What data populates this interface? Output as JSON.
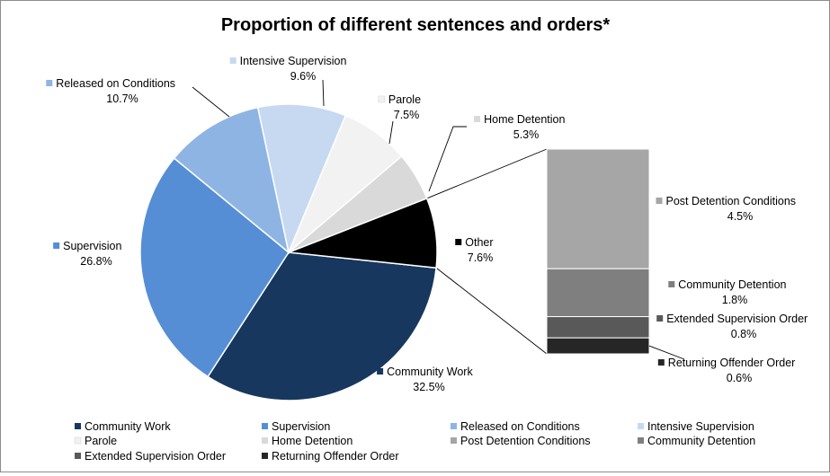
{
  "chart_data": {
    "type": "bar-of-pie",
    "title": "Proportion of different sentences and orders*",
    "pie": [
      {
        "name": "Community Work",
        "value": 32.5,
        "label": "32.5%",
        "color": "#17375E"
      },
      {
        "name": "Supervision",
        "value": 26.8,
        "label": "26.8%",
        "color": "#558ED5"
      },
      {
        "name": "Released on Conditions",
        "value": 10.7,
        "label": "10.7%",
        "color": "#8EB4E3"
      },
      {
        "name": "Intensive Supervision",
        "value": 9.6,
        "label": "9.6%",
        "color": "#C6D9F1"
      },
      {
        "name": "Parole",
        "value": 7.5,
        "label": "7.5%",
        "color": "#F2F2F2"
      },
      {
        "name": "Home Detention",
        "value": 5.3,
        "label": "5.3%",
        "color": "#D9D9D9"
      },
      {
        "name": "Other",
        "value": 7.6,
        "label": "7.6%",
        "color": "#000000"
      }
    ],
    "bar": [
      {
        "name": "Post Detention Conditions",
        "value": 4.5,
        "label": "4.5%",
        "color": "#A6A6A6"
      },
      {
        "name": "Community Detention",
        "value": 1.8,
        "label": "1.8%",
        "color": "#7F7F7F"
      },
      {
        "name": "Extended Supervision Order",
        "value": 0.8,
        "label": "0.8%",
        "color": "#595959"
      },
      {
        "name": "Returning Offender Order",
        "value": 0.6,
        "label": "0.6%",
        "color": "#262626"
      }
    ],
    "legend": [
      {
        "name": "Community Work",
        "color": "#17375E"
      },
      {
        "name": "Supervision",
        "color": "#558ED5"
      },
      {
        "name": "Released on Conditions",
        "color": "#8EB4E3"
      },
      {
        "name": "Intensive Supervision",
        "color": "#C6D9F1"
      },
      {
        "name": "Parole",
        "color": "#F2F2F2"
      },
      {
        "name": "Home Detention",
        "color": "#D9D9D9"
      },
      {
        "name": "Post Detention Conditions",
        "color": "#A6A6A6"
      },
      {
        "name": "Community Detention",
        "color": "#7F7F7F"
      },
      {
        "name": "Extended Supervision Order",
        "color": "#595959"
      },
      {
        "name": "Returning Offender Order",
        "color": "#262626"
      }
    ],
    "legend_position": "bottom"
  }
}
